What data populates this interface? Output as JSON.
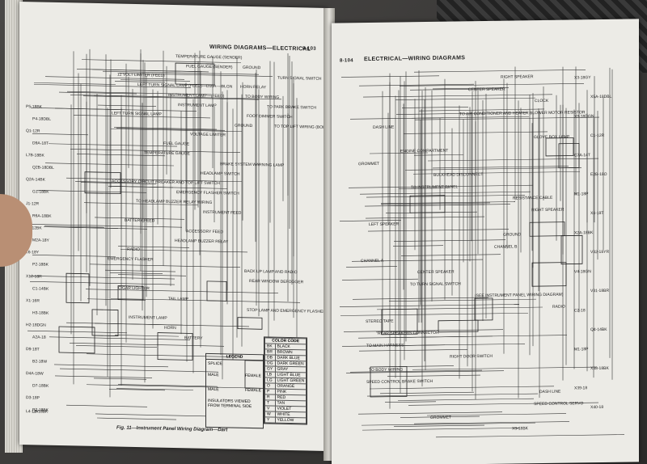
{
  "left_page": {
    "header": "WIRING DIAGRAMS—ELECTRICAL",
    "page_number": "8-103",
    "caption": "Fig. 11—Instrument Panel Wiring Diagram—Dart",
    "labels": [
      "TEMPERATURE GAUGE (SENDER)",
      "FUEL GAUGE (SENDER)",
      "12 VOLT LIMITER (FEED)",
      "LEFT TURN SIGNAL LAMP (FEED)—D10A—IBLGN",
      "INSTRUMENT LAMP—(FEED)",
      "INSTRUMENT LAMP",
      "LEFT TURN SIGNAL LAMP",
      "GROUND",
      "VOLTAGE LIMITER",
      "FUEL GAUGE",
      "TEMPERATURE GAUGE",
      "BRAKE SYSTEM WARNING LAMP",
      "HEADLAMP SWITCH",
      "ACCESSORY CIRCUIT BREAKER AND TOP LIFT SWITCH",
      "EMERGENCY FLASHER SWITCH",
      "TO HEADLAMP BUZZER RELAY WIRING",
      "INSTRUMENT FEED",
      "BATTERY FEED",
      "ACCESSORY FEED",
      "HEADLAMP BUZZER RELAY",
      "RADIO",
      "EMERGENCY FLASHER",
      "BACK UP LAMP AND RADIO",
      "REAR WINDOW DEFOGGER",
      "CIGAR LIGHTER",
      "TAIL LAMP",
      "STOP LAMP AND EMERGENCY FLASHER",
      "INSTRUMENT LAMP",
      "HORN",
      "BATTERY",
      "GROUND",
      "TURN SIGNAL SWITCH",
      "HORN RELAY",
      "TO BODY WIRING",
      "TO PARK BRAKE SWITCH",
      "FOOT DIMMER SWITCH",
      "TO TOP LIFT WIRING (BODY)",
      "P5-18BK",
      "P4-18DBL",
      "Q1-12R",
      "D9A-18T",
      "L7B-18BK",
      "Q2B-18DBL",
      "Q2A-14BK",
      "G1-18BK",
      "J1-12R",
      "R6A-18BK",
      "F3-12BK",
      "M2A-18Y",
      "L6-18Y",
      "P2-18BK",
      "X12-18R",
      "C1-14BK",
      "X1-16R",
      "H3-18BK",
      "H2-18DGN",
      "A2A-18",
      "D9-18T",
      "B2-18W",
      "D4A-18W",
      "D7-18BK",
      "D3-18P",
      "P2-18BK",
      "L4-18Y",
      "L3-18BK"
    ]
  },
  "color_code": {
    "title": "COLOR CODE",
    "rows": [
      [
        "BK",
        "BLACK"
      ],
      [
        "BR",
        "BROWN"
      ],
      [
        "DB",
        "DARK BLUE"
      ],
      [
        "DG",
        "DARK GREEN"
      ],
      [
        "GY",
        "GRAY"
      ],
      [
        "LB",
        "LIGHT BLUE"
      ],
      [
        "LG",
        "LIGHT GREEN"
      ],
      [
        "O",
        "ORANGE"
      ],
      [
        "P",
        "PINK"
      ],
      [
        "R",
        "RED"
      ],
      [
        "T",
        "TAN"
      ],
      [
        "V",
        "VIOLET"
      ],
      [
        "W",
        "WHITE"
      ],
      [
        "Y",
        "YELLOW"
      ]
    ]
  },
  "splice_legend": {
    "title": "LEGEND",
    "items": [
      "SPLICE",
      "MALE",
      "FEMALE",
      "MALE",
      "FEMALE"
    ],
    "note": "INSULATORS VIEWED FROM TERMINAL SIDE"
  },
  "right_page": {
    "page_number": "8-104",
    "header": "ELECTRICAL—WIRING DIAGRAMS",
    "labels": [
      "RIGHT SPEAKER",
      "CENTER SPEAKER",
      "CLOCK",
      "TO AIR CONDITIONER AND HEATER BLOWER MOTOR RESISTOR",
      "DASH LINE",
      "GLOVE BOX LAMP",
      "ENGINE COMPARTMENT",
      "GROMMET",
      "BULKHEAD DISCONNECT",
      "TO INSTRUMENT PANEL",
      "RESISTANCE CABLE",
      "RIGHT SPEAKER",
      "LEFT SPEAKER",
      "GROUND",
      "CHANNEL B",
      "CHANNEL A",
      "CENTER SPEAKER",
      "TO TURN SIGNAL SWITCH",
      "(SEE INSTRUMENT PANEL WIRING DIAGRAM)",
      "RADIO",
      "STEREO TAPE",
      "REAR SPEAKERS CONNECTOR",
      "TO MAIN HARNESS",
      "RIGHT DOOR SWITCH",
      "TO BODY WIRING",
      "SPEED CONTROL BRAKE SWITCH",
      "DASH LINE",
      "SPEED CONTROL SERVO",
      "GROMMET",
      "X3-18BK",
      "X3-18GY",
      "X5A-18DBL",
      "X9-18DGN",
      "C1-12R",
      "C7A-14T",
      "E2B-18O",
      "M1-18P",
      "X4-18T",
      "X2A-18BK",
      "V32-18YR",
      "V4-18GN",
      "V31-18BR",
      "C2-18",
      "Q4-14BK",
      "M1-18P",
      "X38-18BK",
      "X39-18",
      "X40-18"
    ]
  }
}
